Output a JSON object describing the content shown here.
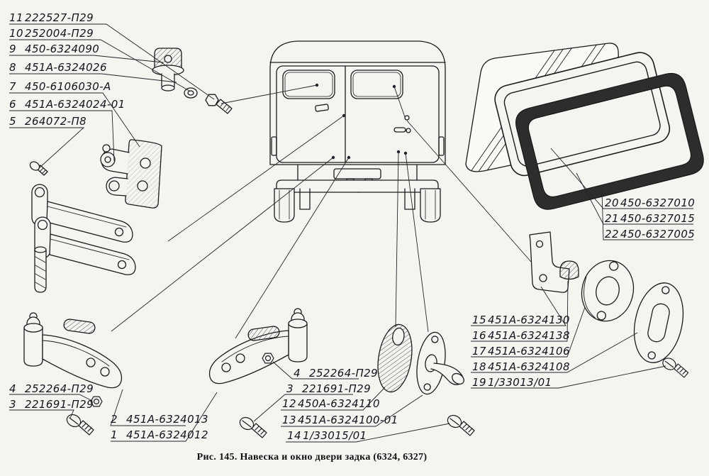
{
  "figure": {
    "caption": "Рис. 145. Навеска и окно двери задка (6324, 6327)"
  },
  "colors": {
    "paper": "#f4f4f1",
    "ink": "#1b1b1b",
    "seal_dark": "#2d2d2d"
  },
  "parts": {
    "left": [
      {
        "id": "11",
        "number": "222527-П29"
      },
      {
        "id": "10",
        "number": "252004-П29"
      },
      {
        "id": "9",
        "number": "450-6324090"
      },
      {
        "id": "8",
        "number": "451А-6324026"
      },
      {
        "id": "7",
        "number": "450-6106030-А"
      },
      {
        "id": "6",
        "number": "451А-6324024-01"
      },
      {
        "id": "5",
        "number": "264072-П8"
      }
    ],
    "bottom_left": [
      {
        "id": "4",
        "number": "252264-П29"
      },
      {
        "id": "3",
        "number": "221691-П29"
      },
      {
        "id": "2",
        "number": "451А-6324013"
      },
      {
        "id": "1",
        "number": "451А-6324012"
      }
    ],
    "bottom_middle": [
      {
        "id": "4",
        "number": "252264-П29"
      },
      {
        "id": "3",
        "number": "221691-П29"
      },
      {
        "id": "12",
        "number": "450А-6324110"
      },
      {
        "id": "13",
        "number": "451А-6324100-01"
      },
      {
        "id": "14",
        "number": "1/33015/01"
      }
    ],
    "window": [
      {
        "id": "20",
        "number": "450-6327010"
      },
      {
        "id": "21",
        "number": "450-6327015"
      },
      {
        "id": "22",
        "number": "450-6327005"
      }
    ],
    "bottom_right": [
      {
        "id": "15",
        "number": "451А-6324130"
      },
      {
        "id": "16",
        "number": "451А-6324138"
      },
      {
        "id": "17",
        "number": "451А-6324106"
      },
      {
        "id": "18",
        "number": "451А-6324108"
      },
      {
        "id": "19",
        "number": "1/33013/01"
      }
    ]
  }
}
